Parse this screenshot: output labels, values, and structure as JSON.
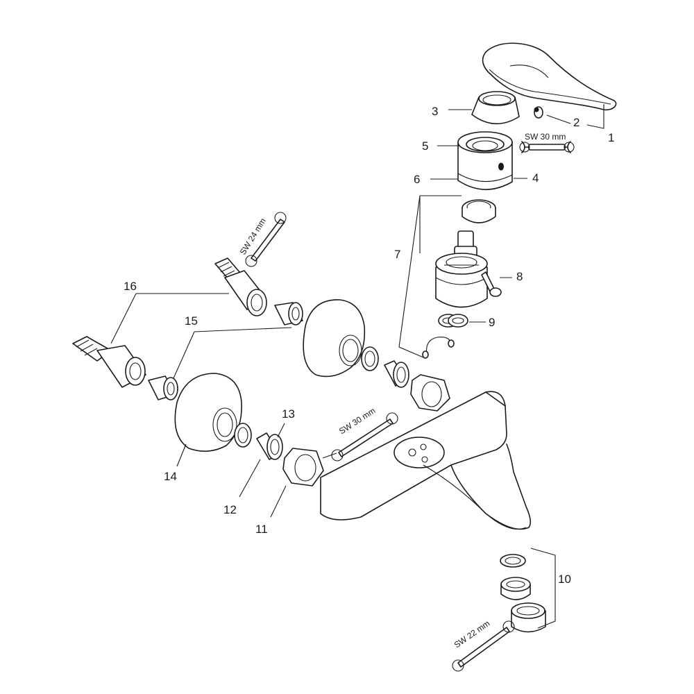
{
  "callouts": {
    "c1": "1",
    "c2": "2",
    "c3": "3",
    "c4": "4",
    "c5": "5",
    "c6": "6",
    "c7": "7",
    "c8": "8",
    "c9": "9",
    "c10": "10",
    "c11": "11",
    "c12": "12",
    "c13": "13",
    "c14": "14",
    "c15": "15",
    "c16": "16"
  },
  "wrench_labels": {
    "handle_cartridge": "SW 30 mm",
    "connection_24": "SW 24 mm",
    "nut_30": "SW 30 mm",
    "aerator_22": "SW 22 mm"
  }
}
